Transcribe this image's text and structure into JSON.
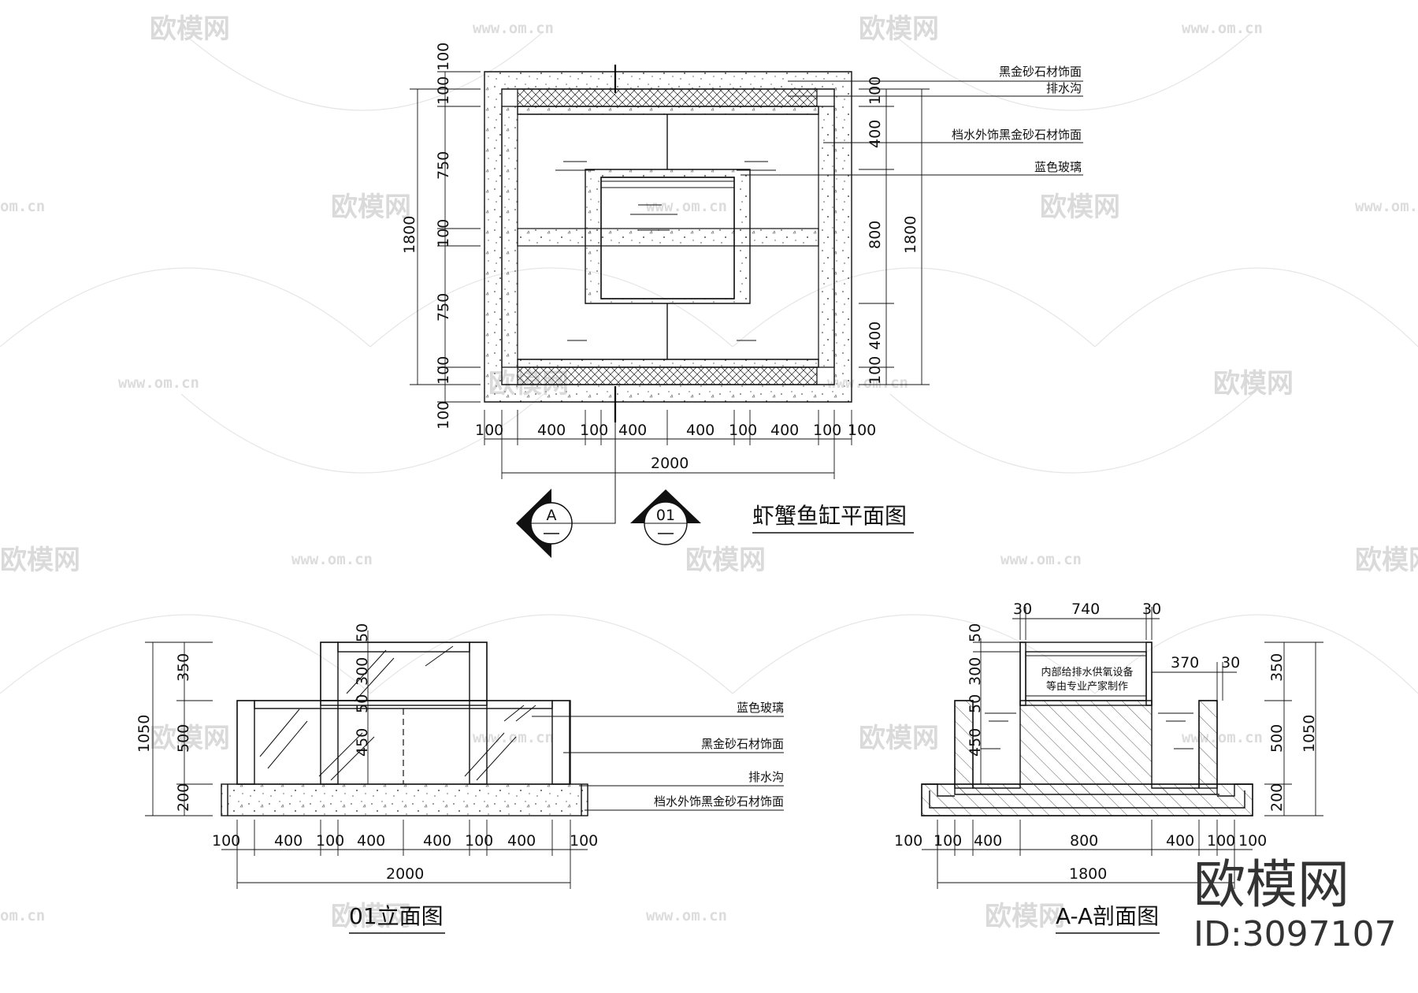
{
  "watermark": {
    "brand": "欧模网",
    "url": "www.om.cn",
    "url_partial": "om.cn"
  },
  "brand_mark": {
    "name": "欧模网",
    "id": "ID:3097107"
  },
  "plan": {
    "title": "虾蟹鱼缸平面图",
    "labels": [
      "黑金砂石材饰面",
      "排水沟",
      "档水外饰黑金砂石材饰面",
      "蓝色玻璃"
    ],
    "left_dims": [
      "100",
      "100",
      "750",
      "100",
      "750",
      "100",
      "100"
    ],
    "left_total": "1800",
    "right_dims": [
      "100",
      "400",
      "800",
      "400",
      "100"
    ],
    "right_total": "1800",
    "bottom_dims": [
      "100",
      "400",
      "100",
      "400",
      "400",
      "100",
      "400",
      "100",
      "100"
    ],
    "bottom_total": "2000",
    "section_symbol": "A",
    "elevation_symbol": "01"
  },
  "elevation": {
    "title": "01立面图",
    "labels": [
      "蓝色玻璃",
      "黑金砂石材饰面",
      "排水沟",
      "档水外饰黑金砂石材饰面"
    ],
    "left_dims": [
      "350",
      "500",
      "200"
    ],
    "left_total": "1050",
    "inner_dims": [
      "50",
      "300",
      "50",
      "450"
    ],
    "bottom_dims": [
      "100",
      "400",
      "100",
      "400",
      "400",
      "100",
      "400",
      "100"
    ],
    "bottom_total": "2000"
  },
  "section": {
    "title": "A-A剖面图",
    "note_line1": "内部给排水供氧设备",
    "note_line2": "等由专业产家制作",
    "top_dims": [
      "30",
      "740",
      "30"
    ],
    "side_dims": [
      "370",
      "30"
    ],
    "inner_dims": [
      "50",
      "300",
      "50",
      "450"
    ],
    "right_dims": [
      "350",
      "500",
      "200"
    ],
    "right_total": "1050",
    "bottom_dims": [
      "100",
      "100",
      "400",
      "800",
      "400",
      "100",
      "100"
    ],
    "bottom_total": "1800"
  }
}
